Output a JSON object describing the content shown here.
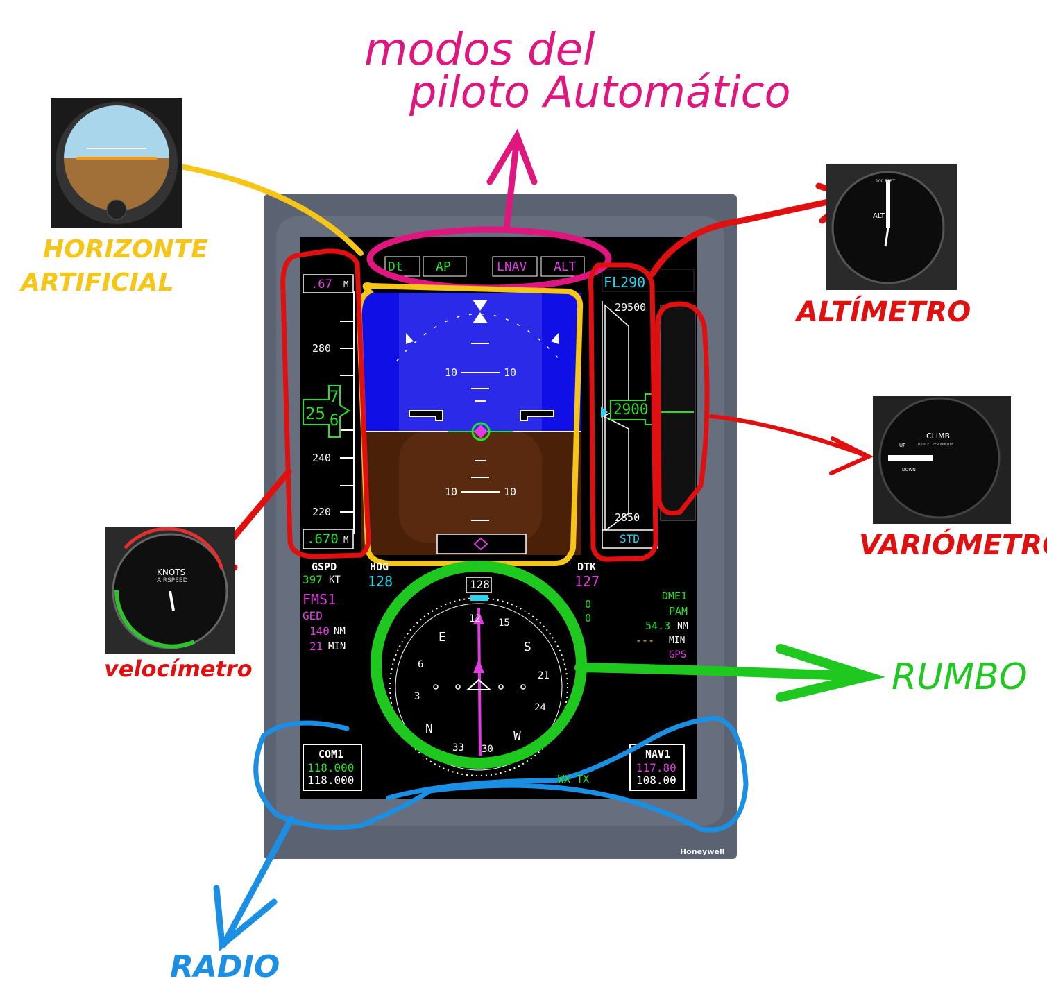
{
  "annotations": {
    "autopilot_label_line1": "modos del",
    "autopilot_label_line2": "piloto Automático",
    "attitude_label_line1": "HORIZONTE",
    "attitude_label_line2": "ARTIFICIAL",
    "altimeter_label": "ALTÍMETRO",
    "vsi_label": "VARIÓMETRO",
    "airspeed_label": "velocímetro",
    "heading_label": "RUMBO",
    "radio_label": "RADIO"
  },
  "colors": {
    "magenta": "#e0167f",
    "yellow": "#f5c518",
    "red": "#e01010",
    "green": "#1ec81e",
    "blue": "#1a8fe3",
    "pfd_green": "#27e027",
    "pfd_magenta": "#e03ce0",
    "pfd_cyan": "#2ad4f0",
    "sky": "#1010e6",
    "ground": "#4a2008"
  },
  "pfd": {
    "mode_annunciators": [
      "Dt",
      "AP",
      "LNAV",
      "ALT"
    ],
    "mach_target": ".67",
    "mach_target_unit": "M",
    "speed_ticks": [
      "280",
      "240",
      "220"
    ],
    "speed_value_high": "25",
    "speed_digit_top": "7",
    "speed_digit_bottom": "6",
    "mach_current": ".670",
    "mach_current_unit": "M",
    "pitch_top_left": "10",
    "pitch_top_right": "10",
    "pitch_bottom_left": "10",
    "pitch_bottom_right": "10",
    "altitude_select": "FL290",
    "altitude_top": "29500",
    "altitude_current": "2900",
    "altitude_bottom": "2850",
    "baro": "STD",
    "gspd_label": "GSPD",
    "gspd_value": "397",
    "gspd_unit": "KT",
    "hdg_label": "HDG",
    "hdg_value": "128",
    "dtk_label": "DTK",
    "dtk_value": "127",
    "heading_box": "128",
    "fms_source": "FMS1",
    "waypoint": "GED",
    "wpt_distance": "140",
    "wpt_distance_unit": "NM",
    "wpt_time": "21",
    "wpt_time_unit": "MIN",
    "wind_1": "0",
    "wind_2": "0",
    "dme_label": "DME1",
    "dme_station": "PAM",
    "dme_distance": "54.3",
    "dme_distance_unit": "NM",
    "dme_time": "---",
    "dme_time_unit": "MIN",
    "gps": "GPS",
    "compass_labels": [
      "12",
      "15",
      "S",
      "21",
      "24",
      "W",
      "30",
      "33",
      "N",
      "3",
      "6",
      "E"
    ],
    "com_label": "COM1",
    "com_active": "118.000",
    "com_standby": "118.000",
    "nav_label": "NAV1",
    "nav_active": "117.80",
    "nav_standby": "108.00",
    "wx_status": "WX TX",
    "brand": "Honeywell"
  },
  "instruments": {
    "altimeter_face": "ALT",
    "altimeter_unit": "100 FEET",
    "vsi_face": "CLIMB",
    "vsi_unit": "1000 FT PER MINUTE",
    "vsi_up": "UP",
    "vsi_down": "DOWN",
    "asi_face_1": "KNOTS",
    "asi_face_2": "AIRSPEED"
  }
}
